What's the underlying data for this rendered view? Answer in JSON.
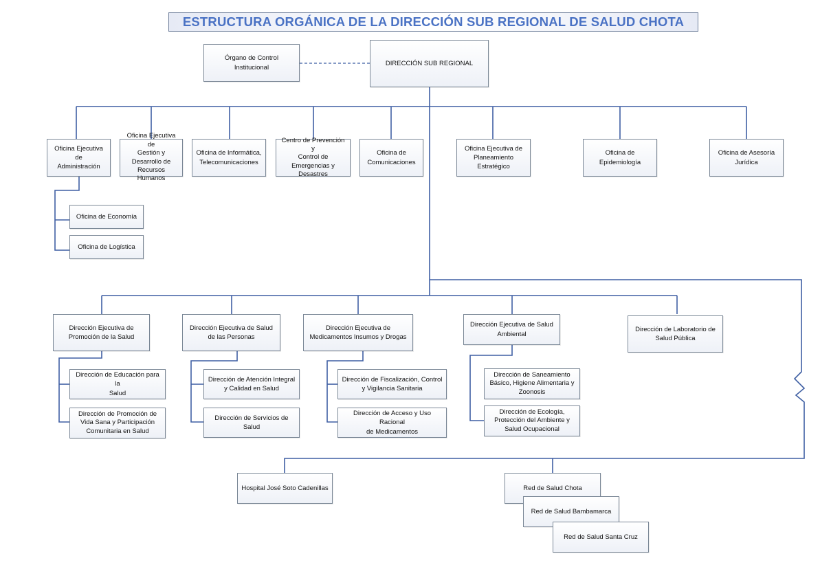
{
  "title": "ESTRUCTURA ORGÁNICA DE LA DIRECCIÓN SUB REGIONAL DE SALUD CHOTA",
  "colors": {
    "title_text": "#4a72c4",
    "connector": "#3f5fa3",
    "box_border": "#7a8796"
  },
  "top": {
    "control": "Órgano de Control\nInstitucional",
    "direction": "DIRECCIÓN SUB REGIONAL"
  },
  "offices": {
    "administracion": "Oficina Ejecutiva de\nAdministración",
    "rrhh": "Oficina Ejecutiva de\nGestión y\nDesarrollo de\nRecursos Humanos",
    "informatica": "Oficina de Informática,\nTelecomunicaciones",
    "prevencion": "Centro de Prevención y\nControl de\nEmergencias y\nDesastres",
    "comunicaciones": "Oficina de\nComunicaciones",
    "planeamiento": "Oficina Ejecutiva de\nPlaneamiento\nEstratégico",
    "epidemiologia": "Oficina de\nEpidemiología",
    "asesoria": "Oficina de Asesoría\nJurídica"
  },
  "admin_units": {
    "economia": "Oficina de Economía",
    "logistica": "Oficina de Logística"
  },
  "directions": {
    "promocion": "Dirección Ejecutiva de\nPromoción de la Salud",
    "personas": "Dirección Ejecutiva de Salud\nde las Personas",
    "medicamentos": "Dirección Ejecutiva de\nMedicamentos Insumos y Drogas",
    "ambiental": "Dirección Ejecutiva de Salud\nAmbiental",
    "laboratorio": "Dirección de Laboratorio de\nSalud Pública"
  },
  "sub_directions": {
    "educacion": "Dirección de Educación para la\nSalud",
    "vida_sana": "Dirección de Promoción de\nVida Sana y Participación\nComunitaria en Salud",
    "atencion": "Dirección de Atención Integral\ny Calidad en Salud",
    "servicios": "Dirección de Servicios de\nSalud",
    "fiscalizacion": "Dirección de Fiscalización, Control\ny Vigilancia Sanitaria",
    "acceso": "Dirección de Acceso y Uso Racional\nde Medicamentos",
    "saneamiento": "Dirección de Saneamiento\nBásico, Higiene Alimentaria y\nZoonosis",
    "ecologia": "Dirección de Ecología,\nProtección del Ambiente y\nSalud Ocupacional"
  },
  "bottom": {
    "hospital": "Hospital José Soto Cadenillas",
    "red_chota": "Red de Salud Chota",
    "red_bambamarca": "Red de Salud Bambamarca",
    "red_santa_cruz": "Red de Salud Santa Cruz"
  }
}
